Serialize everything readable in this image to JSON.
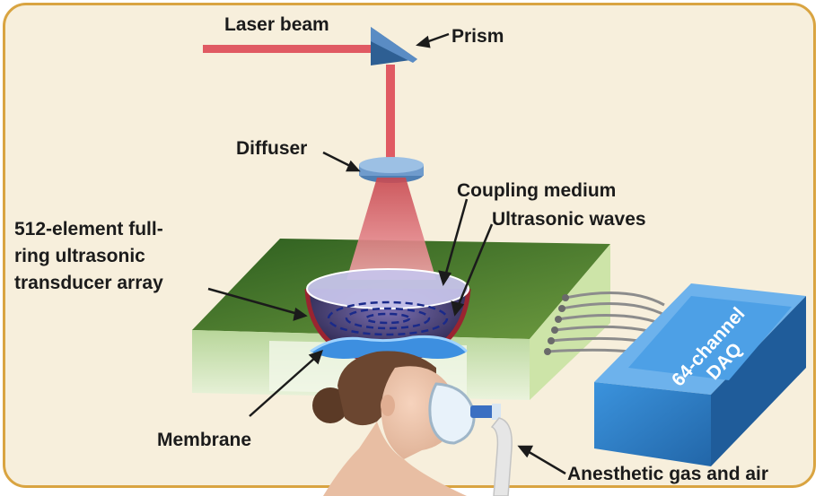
{
  "labels": {
    "laser_beam": "Laser beam",
    "prism": "Prism",
    "diffuser": "Diffuser",
    "coupling_medium": "Coupling medium",
    "ultrasonic_waves": "Ultrasonic waves",
    "transducer_line1": "512-element full-",
    "transducer_line2": "ring ultrasonic",
    "transducer_line3": "transducer array",
    "membrane": "Membrane",
    "anesthetic": "Anesthetic gas and air",
    "daq_line1": "64-channel",
    "daq_line2": "DAQ"
  },
  "colors": {
    "frame_border": "#d9a441",
    "background": "#f7efdc",
    "laser": "#e05a63",
    "prism": "#2e5f93",
    "platform": "#cfe3b3",
    "daq": "#2f7fc6"
  }
}
